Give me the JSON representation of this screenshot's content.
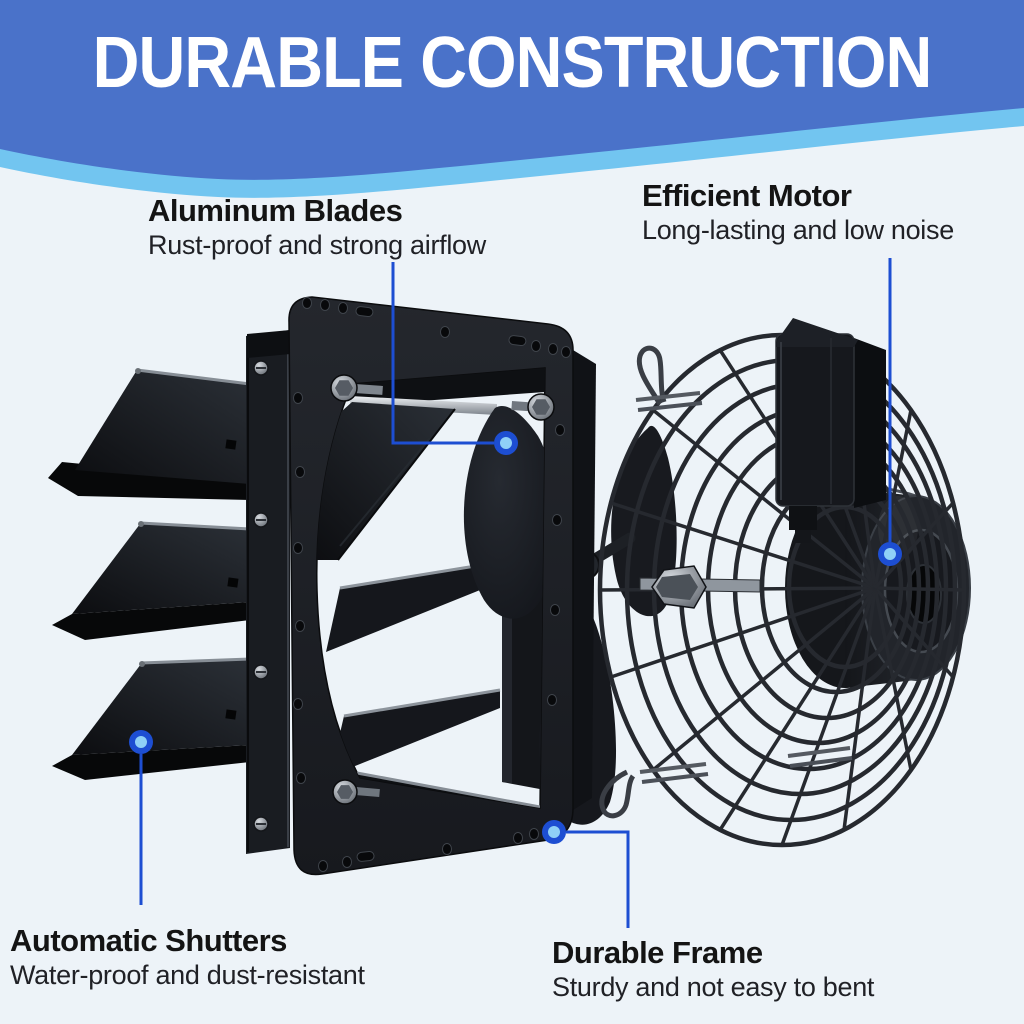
{
  "banner": {
    "title": "DURABLE CONSTRUCTION"
  },
  "callouts": {
    "blades": {
      "title": "Aluminum Blades",
      "subtitle": "Rust-proof and strong airflow"
    },
    "motor": {
      "title": "Efficient Motor",
      "subtitle": "Long-lasting and low noise"
    },
    "shutters": {
      "title": "Automatic Shutters",
      "subtitle": "Water-proof and dust-resistant"
    },
    "frame": {
      "title": "Durable Frame",
      "subtitle": "Sturdy and not easy to bent"
    }
  },
  "illustration": {
    "subject": "shutter exhaust fan exploded view",
    "parts": [
      "shutter-slats",
      "mounting-frame",
      "fan-blades",
      "wire-guard",
      "motor",
      "capacitor-box"
    ]
  },
  "colors": {
    "banner-blue": "#4a72c9",
    "wave-light": "#72c5f0",
    "background": "#edf3f8",
    "callout-blue": "#1d4ed2",
    "dot-center": "#8fd0f7",
    "title-text": "#ffffff",
    "label-text": "#141414",
    "sublabel-text": "#202126"
  }
}
